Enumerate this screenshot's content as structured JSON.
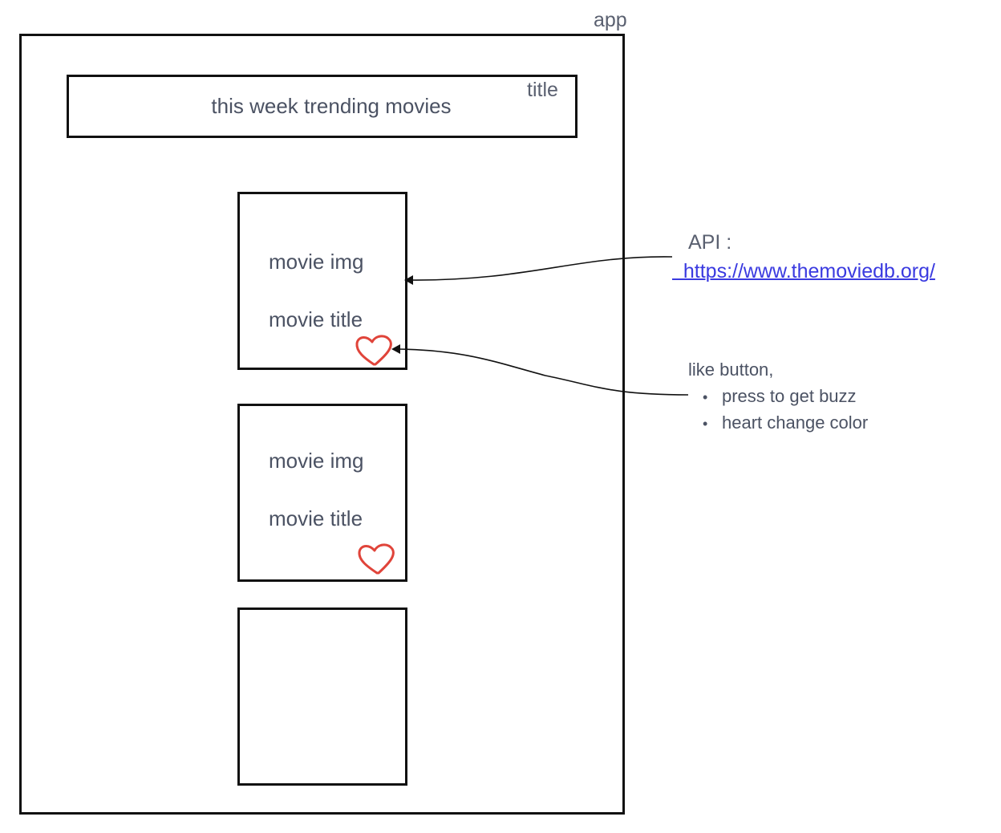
{
  "app": {
    "label": "app"
  },
  "header": {
    "tag": "title",
    "text": "this week trending movies"
  },
  "cards": [
    {
      "image_label": "movie img",
      "title_label": "movie title",
      "heart_icon": "heart-icon"
    },
    {
      "image_label": "movie img",
      "title_label": "movie title",
      "heart_icon": "heart-icon"
    },
    {
      "image_label": "",
      "title_label": ""
    }
  ],
  "api_note": {
    "label": "API :",
    "link": "  https://www.themoviedb.org/"
  },
  "like_note": {
    "title": "like button,",
    "items": [
      "press to get buzz",
      "heart change color"
    ],
    "bullet": "•"
  },
  "colors": {
    "frame": "#111111",
    "text": "#4b5263",
    "link": "#3a3ae0",
    "heart": "#e0443a"
  }
}
